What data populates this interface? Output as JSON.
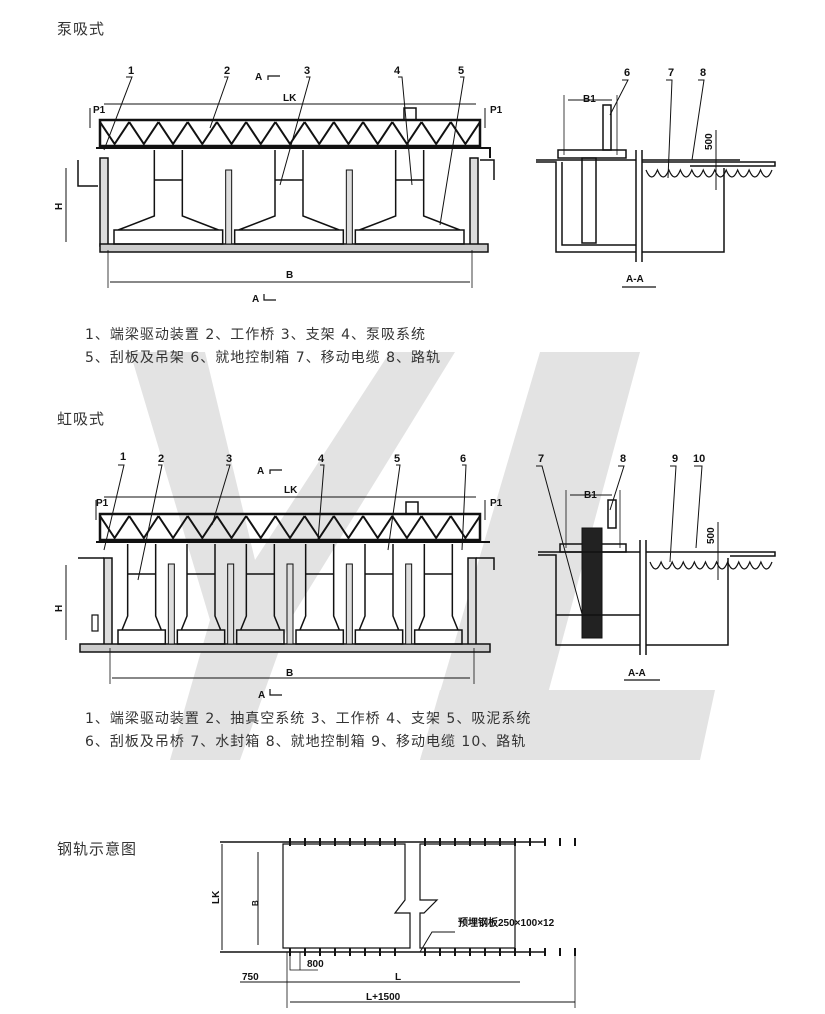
{
  "sections": {
    "pump": {
      "title": "泵吸式",
      "callouts": [
        "1",
        "2",
        "3",
        "4",
        "5"
      ],
      "section_callouts": [
        "6",
        "7",
        "8"
      ],
      "labels": {
        "span": "LK",
        "width": "B",
        "height": "H",
        "load_left": "P1",
        "load_right": "P1",
        "section_mark": "A",
        "section_view": "A-A",
        "b1": "B1",
        "clearance": "500"
      },
      "legend_lines": [
        "1、端梁驱动装置  2、工作桥  3、支架  4、泵吸系统",
        "5、刮板及吊架  6、就地控制箱  7、移动电缆  8、路轨"
      ],
      "modules": 3
    },
    "siphon": {
      "title": "虹吸式",
      "callouts": [
        "1",
        "2",
        "3",
        "4",
        "5",
        "6"
      ],
      "section_callouts": [
        "7",
        "8",
        "9",
        "10"
      ],
      "labels": {
        "span": "LK",
        "width": "B",
        "height": "H",
        "load_left": "P1",
        "load_right": "P1",
        "section_mark": "A",
        "section_view": "A-A",
        "b1": "B1",
        "clearance": "500"
      },
      "legend_lines": [
        "1、端梁驱动装置  2、抽真空系统  3、工作桥  4、支架  5、吸泥系统",
        "6、刮板及吊桥  7、水封箱  8、就地控制箱 9、移动电缆  10、路轨"
      ],
      "modules": 6
    },
    "rail": {
      "title": "钢轨示意图",
      "labels": {
        "span": "LK",
        "width": "B",
        "embed_plate": "预埋钢板250×100×12",
        "spacing": "800",
        "end_offset": "750",
        "length": "L",
        "total_length": "L+1500"
      }
    }
  },
  "watermark": {
    "text": "YL",
    "color": "#e3e3e3"
  }
}
